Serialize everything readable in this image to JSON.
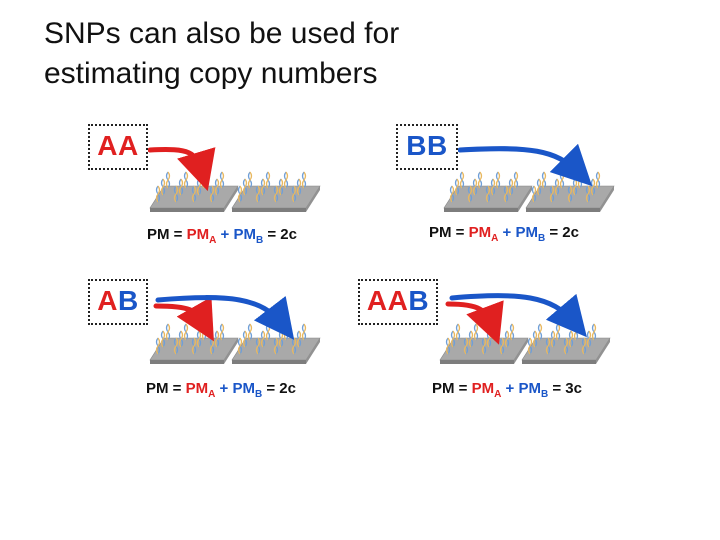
{
  "title": {
    "line1": "SNPs can also be used for",
    "line2": "estimating copy numbers"
  },
  "panels": [
    {
      "id": "AA",
      "genotype": [
        {
          "letter": "A",
          "color": "red"
        },
        {
          "letter": "A",
          "color": "red"
        }
      ],
      "equation": {
        "lhs": "PM = ",
        "pmA": "PM",
        "subA": "A",
        "plus": " + PM",
        "subB": "B",
        "rhs": " = 2c"
      }
    },
    {
      "id": "BB",
      "genotype": [
        {
          "letter": "B",
          "color": "blue"
        },
        {
          "letter": "B",
          "color": "blue"
        }
      ],
      "equation": {
        "lhs": "PM = ",
        "pmA": "PM",
        "subA": "A",
        "plus": " + PM",
        "subB": "B",
        "rhs": " = 2c"
      }
    },
    {
      "id": "AB",
      "genotype": [
        {
          "letter": "A",
          "color": "red"
        },
        {
          "letter": "B",
          "color": "blue"
        }
      ],
      "equation": {
        "lhs": "PM = ",
        "pmA": "PM",
        "subA": "A",
        "plus": " + PM",
        "subB": "B",
        "rhs": " = 2c"
      }
    },
    {
      "id": "AAB",
      "genotype": [
        {
          "letter": "A",
          "color": "red"
        },
        {
          "letter": "A",
          "color": "red"
        },
        {
          "letter": "B",
          "color": "blue"
        }
      ],
      "equation": {
        "lhs": "PM = ",
        "pmA": "PM",
        "subA": "A",
        "plus": " + PM",
        "subB": "B",
        "rhs": " = 3c"
      }
    }
  ],
  "colors": {
    "allele_a": "#e02020",
    "allele_b": "#1a56c8",
    "chip": "#a9a9a9",
    "probe_strand_1": "#6f9fd8",
    "probe_strand_2": "#e8b860"
  },
  "icons": [
    "red-arrow-icon",
    "blue-arrow-icon",
    "microarray-chip-icon",
    "dna-probe-icon"
  ]
}
